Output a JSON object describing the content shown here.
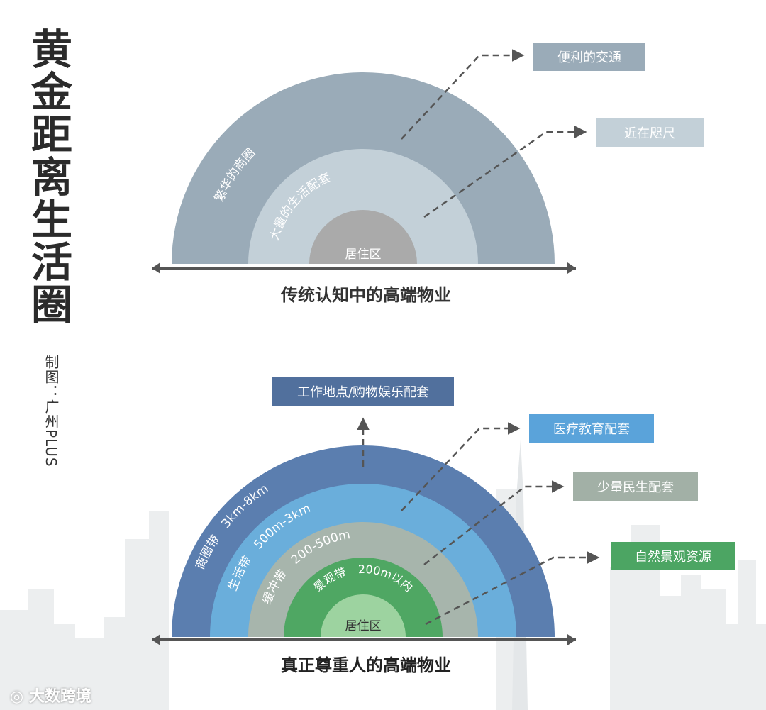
{
  "title": "黄金距离生活圈",
  "credit": "制图：广州PLUS",
  "watermark": "大数跨境",
  "top_diagram": {
    "caption": "传统认知中的高端物业",
    "rings": [
      "繁华的商圈",
      "大量的生活配套",
      "居住区"
    ],
    "callouts": [
      "便利的交通",
      "近在咫尺"
    ],
    "colors": {
      "outer": "#9aabb8",
      "middle": "#c3d0d8",
      "inner": "#aaaaaa"
    }
  },
  "bottom_diagram": {
    "caption": "真正尊重人的高端物业",
    "rings": [
      "商圈带　3km-8km",
      "生活带　500m-3km",
      "缓冲带　200-500m",
      "景观带　200m以内",
      "居住区"
    ],
    "callouts": [
      "工作地点/购物娱乐配套",
      "医疗教育配套",
      "少量民生配套",
      "自然景观资源"
    ],
    "colors": {
      "ring1": "#5b7eaf",
      "ring2": "#6aaedb",
      "ring3": "#a7b5ac",
      "ring4": "#4fa763",
      "inner": "#9dd3a0"
    },
    "callout_colors": [
      "#51709d",
      "#5aa3da",
      "#a2b0a6",
      "#4ca563"
    ]
  }
}
